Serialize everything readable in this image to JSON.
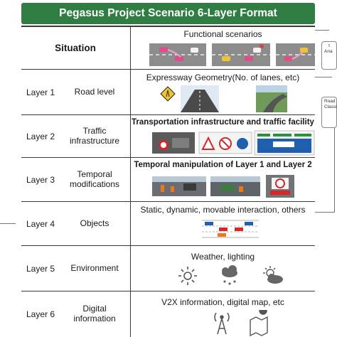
{
  "title": "Pegasus Project Scenario 6-Layer Format",
  "header": {
    "situation_label": "Situation",
    "description": "Functional scenarios"
  },
  "layers": [
    {
      "layer": "Layer 1",
      "name": "Road level",
      "description": "Expressway Geometry(No. of lanes, etc)",
      "bold": false
    },
    {
      "layer": "Layer 2",
      "name": "Traffic\ninfrastructure",
      "description": "Transportation infrastructure and traffic facility",
      "bold": true
    },
    {
      "layer": "Layer 3",
      "name": "Temporal\nmodifications",
      "description": "Temporal manipulation of Layer 1 and Layer 2",
      "bold": true
    },
    {
      "layer": "Layer 4",
      "name": "Objects",
      "description": "Static, dynamic, movable interaction, others",
      "bold": false
    },
    {
      "layer": "Layer 5",
      "name": "Environment",
      "description": "Weather, lighting",
      "bold": false
    },
    {
      "layer": "Layer 6",
      "name": "Digital\ninformation",
      "description": "V2X information, digital map, etc",
      "bold": false
    }
  ],
  "side_notes": {
    "top_right": "Ana",
    "top_right_sup": "t",
    "middle_right_1": "Road",
    "middle_right_2": "Classi"
  },
  "colors": {
    "title_bg": "#2f7d43",
    "sign_blue": "#1f5fae",
    "sign_green": "#2f8f3f",
    "sign_red": "#d62828",
    "warning_yellow": "#f2c230"
  }
}
